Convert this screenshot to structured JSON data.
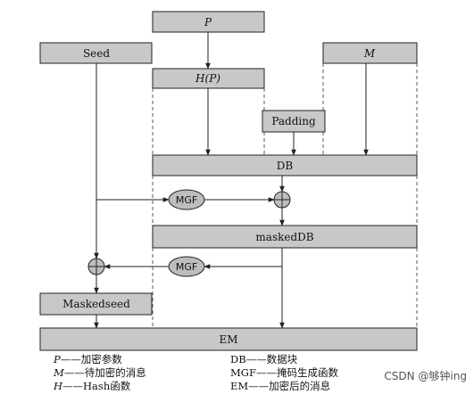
{
  "boxes": {
    "p": "P",
    "seed": "Seed",
    "hp": "H(P)",
    "m": "M",
    "padding": "Padding",
    "db": "DB",
    "masked_db": "maskedDB",
    "masked_seed": "Maskedseed",
    "em": "EM"
  },
  "mgf_nodes": {
    "top": "MGF",
    "bottom": "MGF"
  },
  "legend": {
    "left": [
      {
        "symbol": "P",
        "text": "——加密参数"
      },
      {
        "symbol": "M",
        "text": "——待加密的消息"
      },
      {
        "symbol": "H",
        "text": "——Hash函数"
      }
    ],
    "right": [
      {
        "symbol": "DB",
        "text": "——数据块"
      },
      {
        "symbol": "MGF",
        "text": "——掩码生成函数"
      },
      {
        "symbol": "EM",
        "text": "——加密后的消息"
      }
    ]
  },
  "watermark": "CSDN @够钟ing",
  "colors": {
    "box_fill": "#c8c8c8",
    "ellipse_fill": "#bdbdbd",
    "stroke": "#222222"
  }
}
